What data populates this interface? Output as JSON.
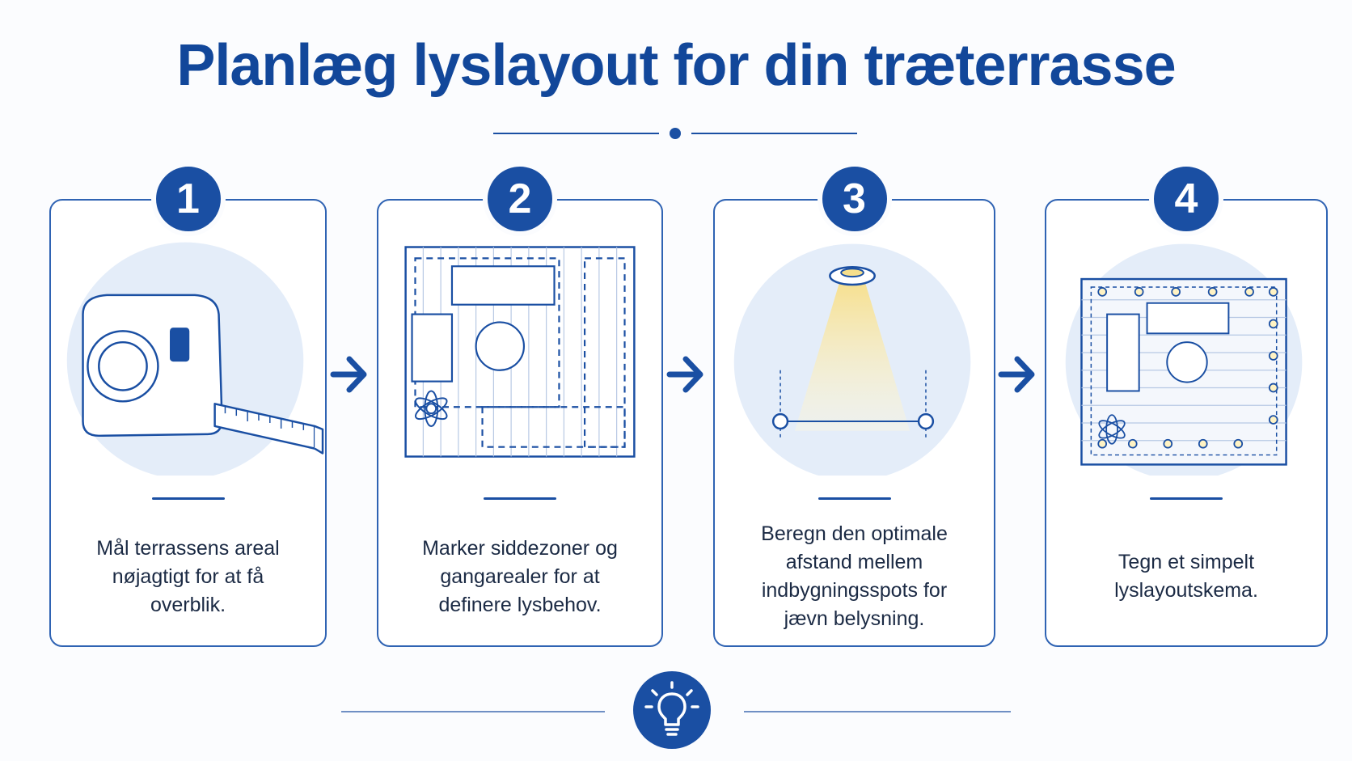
{
  "title": "Planlæg lyslayout for din træterrasse",
  "steps": [
    {
      "number": "1",
      "text": "Mål terrassens areal nøjagtigt for at få overblik.",
      "icon": "tape-measure-icon"
    },
    {
      "number": "2",
      "text": "Marker siddezoner og gangarealer for at definere lysbehov.",
      "icon": "floor-plan-zones-icon"
    },
    {
      "number": "3",
      "text": "Beregn den optimale afstand mellem indbygningsspots for jævn belysning.",
      "icon": "recessed-spotlight-spacing-icon"
    },
    {
      "number": "4",
      "text": "Tegn et simpelt lyslayoutskema.",
      "icon": "lighting-layout-plan-icon"
    }
  ],
  "footer_icon": "lightbulb-icon",
  "colors": {
    "primary": "#1a4fa3",
    "title": "#12479a",
    "text": "#1b2a44",
    "circle": "#e4edf9"
  }
}
